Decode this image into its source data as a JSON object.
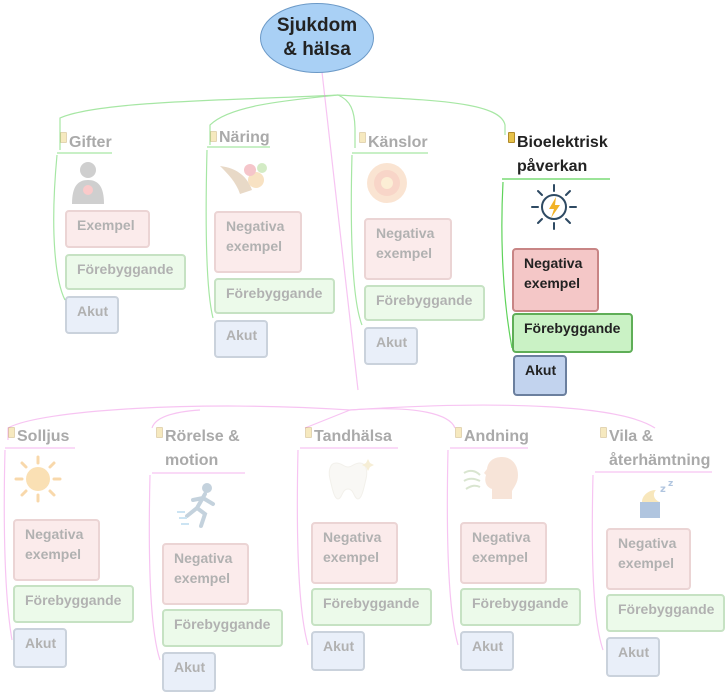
{
  "central": "Sjukdom\n& hälsa",
  "topics": {
    "gifter": {
      "label": "Gifter",
      "boxes": [
        "Exempel",
        "Förebyggande",
        "Akut"
      ]
    },
    "naring": {
      "label": "Näring",
      "boxes": [
        "Negativa\nexempel",
        "Förebyggande",
        "Akut"
      ]
    },
    "kanslor": {
      "label": "Känslor",
      "boxes": [
        "Negativa\nexempel",
        "Förebyggande",
        "Akut"
      ]
    },
    "bioel": {
      "label": "Bioelektrisk\npåverkan",
      "boxes": [
        "Negativa\nexempel",
        "Förebyggande",
        "Akut"
      ]
    },
    "solljus": {
      "label": "Solljus",
      "boxes": [
        "Negativa\nexempel",
        "Förebyggande",
        "Akut"
      ]
    },
    "rorelse": {
      "label": "Rörelse &\nmotion",
      "boxes": [
        "Negativa\nexempel",
        "Förebyggande",
        "Akut"
      ]
    },
    "tandhalsa": {
      "label": "Tandhälsa",
      "boxes": [
        "Negativa\nexempel",
        "Förebyggande",
        "Akut"
      ]
    },
    "andning": {
      "label": "Andning",
      "boxes": [
        "Negativa\nexempel",
        "Förebyggande",
        "Akut"
      ]
    },
    "vila": {
      "label": "Vila &\nåterhämtning",
      "boxes": [
        "Negativa\nexempel",
        "Förebyggande",
        "Akut"
      ]
    }
  },
  "colors": {
    "branch_green": "#5fd35a",
    "branch_pink": "#f08ae6",
    "negative": "#f4c7c7",
    "preventive": "#caf2c5",
    "acute": "#c2d3ee",
    "central": "#a9d0f5"
  },
  "icons": {
    "gifter": "toxic-body-icon",
    "naring": "food-cornucopia-icon",
    "kanslor": "emotion-flower-icon",
    "bioel": "electric-brain-icon",
    "solljus": "sun-icon",
    "rorelse": "running-person-icon",
    "tandhalsa": "tooth-icon",
    "andning": "breathing-head-icon",
    "vila": "sleeping-moon-icon"
  }
}
